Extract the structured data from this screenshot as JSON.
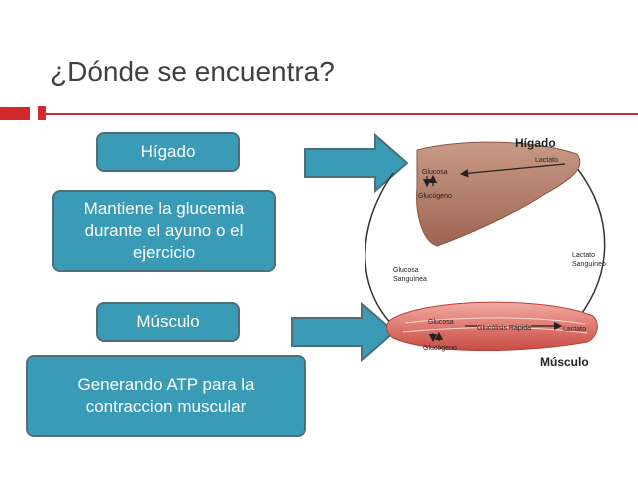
{
  "slide": {
    "title": "¿Dónde se encuentra?"
  },
  "boxes": {
    "liver_title": "Hígado",
    "liver_desc": "Mantiene la glucemia durante el ayuno o el ejercicio",
    "muscle_title": "Músculo",
    "muscle_desc": "Generando ATP para la contraccion muscular"
  },
  "diagram": {
    "liver_heading": "Hígado",
    "liver_glucose": "Glucosa",
    "liver_lactate": "Lactato",
    "liver_glycogen": "Glucógeno",
    "blood_glucose": "Glucosa Sanguínea",
    "blood_lactate": "Lactato Sanguíneo",
    "muscle_glucose": "Glucosa",
    "rapid_glycolysis": "Glucólisis Rápida",
    "muscle_lactate": "Lactato",
    "muscle_glycogen": "Glucógeno",
    "muscle_heading": "Músculo"
  },
  "colors": {
    "box_fill": "#3a9bb6",
    "box_border": "#4f6f78",
    "accent_red": "#d02a2a",
    "title_text": "#404040",
    "arrow_fill": "#3a9bb6"
  }
}
